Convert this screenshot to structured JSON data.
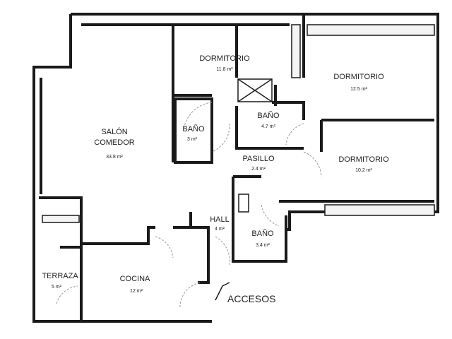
{
  "rooms": {
    "dormitorio_1": {
      "name": "DORMITORIO",
      "area": "11.8 m²"
    },
    "dormitorio_2": {
      "name": "DORMITORIO",
      "area": "12.5 m²"
    },
    "dormitorio_3": {
      "name": "DORMITORIO",
      "area": "10.2 m²"
    },
    "bano_1": {
      "name": "BAÑO",
      "area": "3 m²"
    },
    "bano_2": {
      "name": "BAÑO",
      "area": "4.7 m²"
    },
    "bano_3": {
      "name": "BAÑO",
      "area": "3.4 m²"
    },
    "salon": {
      "name_line1": "SALÓN",
      "name_line2": "COMEDOR",
      "area": "33.8 m²"
    },
    "pasillo": {
      "name": "PASILLO",
      "area": "2.4 m²"
    },
    "hall": {
      "name": "HALL",
      "area": "4 m²"
    },
    "terraza": {
      "name": "TERRAZA",
      "area": "5 m²"
    },
    "cocina": {
      "name": "COCINA",
      "area": "12 m²"
    }
  },
  "accesos_label": "ACCESOS"
}
